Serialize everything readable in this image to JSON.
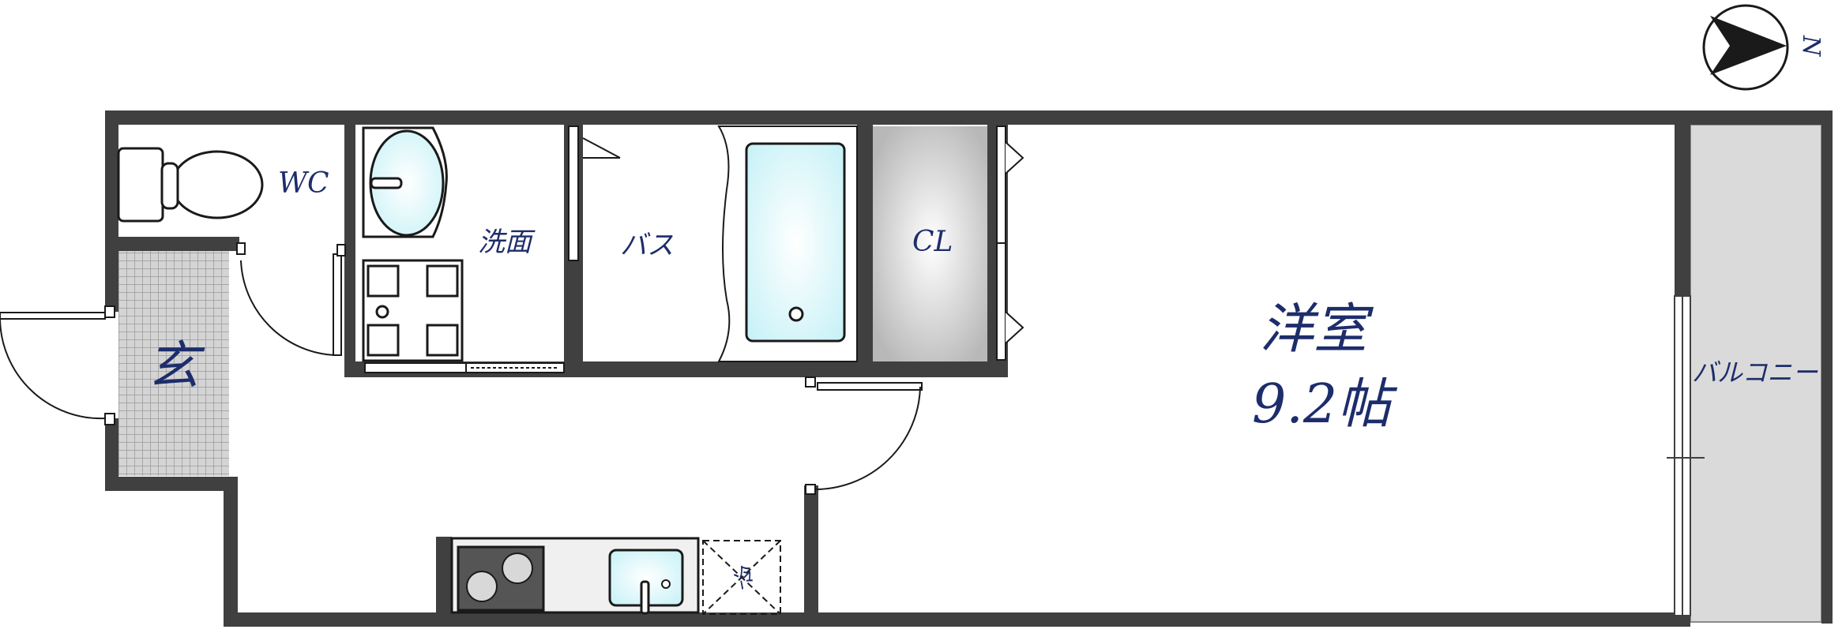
{
  "plan": {
    "rooms": {
      "wc": "WC",
      "washroom": "洗面",
      "bath": "バス",
      "closet": "CL",
      "western_room": "洋室",
      "western_room_size": "9.2帖",
      "entrance": "玄",
      "balcony": "バルコニー"
    },
    "appliances": {
      "washer_mark": "冷"
    },
    "compass": {
      "north_label": "N"
    },
    "colors": {
      "wall": "#404040",
      "label": "#1d2d6b",
      "fixture_fill": "#e9fbfd",
      "fixture_stroke": "#1a1a1a",
      "closet_fill": "#c8c8c8",
      "entrance_fill": "#c4c4c4",
      "balcony_fill": "#dadada"
    }
  }
}
